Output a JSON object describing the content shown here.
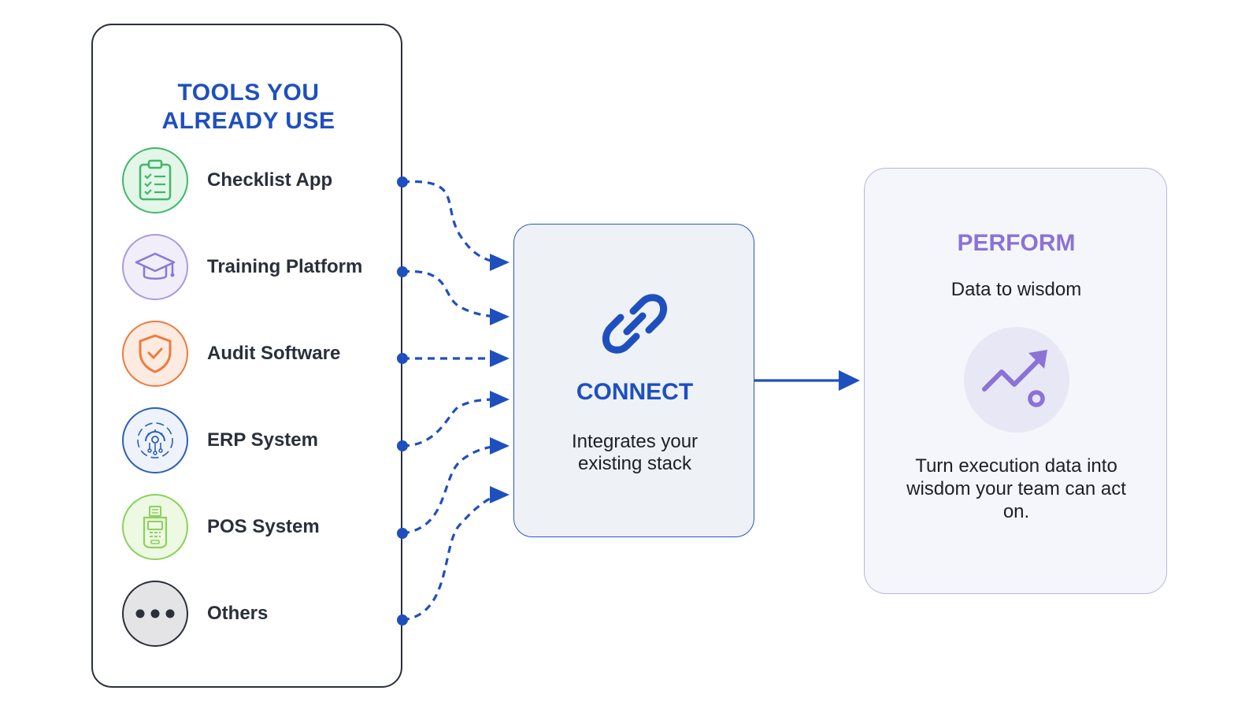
{
  "tools_panel": {
    "title_line1": "TOOLS YOU",
    "title_line2": "ALREADY USE",
    "items": [
      {
        "label": "Checklist App",
        "icon": "clipboard-checklist-icon",
        "color": "#3fb86a",
        "bg": "#e3f6e8"
      },
      {
        "label": "Training Platform",
        "icon": "graduation-cap-icon",
        "color": "#8b78d6",
        "bg": "#f1eef9"
      },
      {
        "label": "Audit Software",
        "icon": "shield-check-icon",
        "color": "#f07a3d",
        "bg": "#fdebe1"
      },
      {
        "label": "ERP System",
        "icon": "gear-network-icon",
        "color": "#2a5fb8",
        "bg": "#eef3fb"
      },
      {
        "label": "POS System",
        "icon": "pos-terminal-icon",
        "color": "#8bd25a",
        "bg": "#eef9e3"
      },
      {
        "label": "Others",
        "icon": "more-dots-icon",
        "color": "#2b2f3a",
        "bg": "#e4e4e6"
      }
    ]
  },
  "connect": {
    "title": "CONNECT",
    "subtitle": "Integrates your existing stack",
    "icon": "link-chain-icon"
  },
  "perform": {
    "title": "PERFORM",
    "subtitle": "Data to wisdom",
    "description": "Turn execution data into wisdom your team can act on.",
    "icon": "trend-up-icon"
  },
  "colors": {
    "accent": "#1f4fbf",
    "arrow": "#1f4fbf",
    "perform_accent": "#8b72d6"
  }
}
